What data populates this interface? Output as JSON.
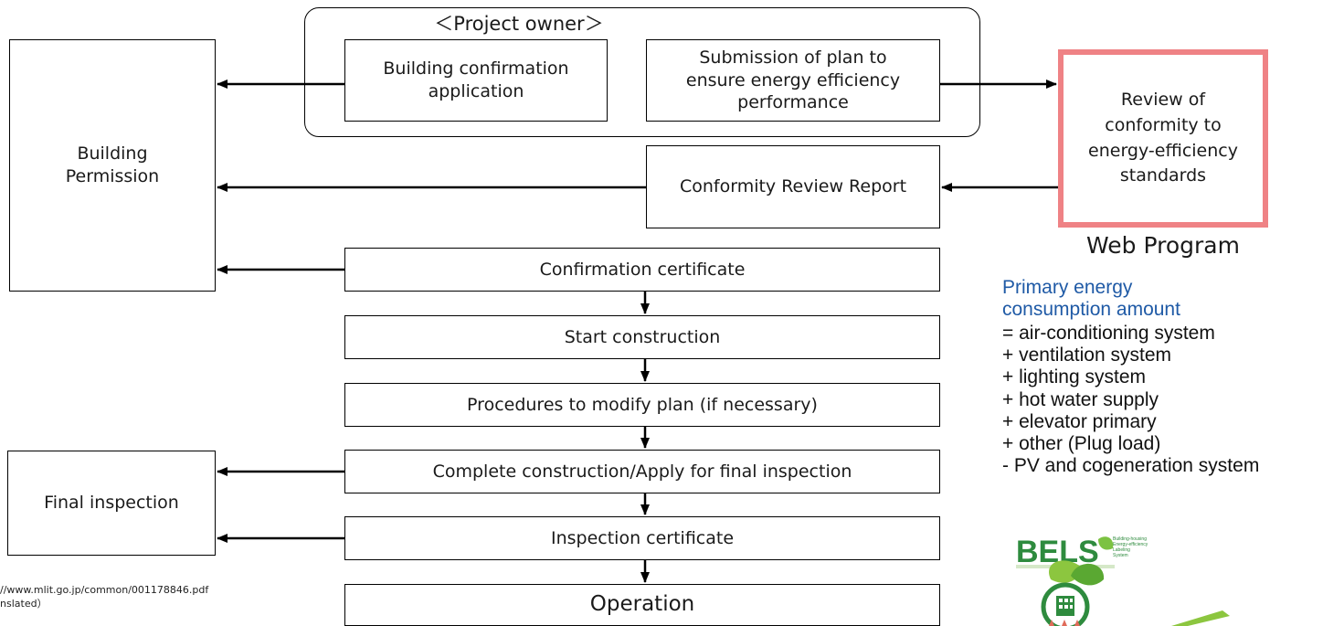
{
  "owner": {
    "title": "＜Project owner＞",
    "building_confirmation": "Building confirmation\napplication",
    "submission_plan": "Submission of plan to\nensure energy efficiency\nperformance"
  },
  "building_permission": "Building\nPermission",
  "review": {
    "text": "Review of\nconformity to\nenergy-efficiency\nstandards",
    "web_program": "Web Program"
  },
  "conformity_report": "Conformity Review Report",
  "flow_steps": [
    "Confirmation certificate",
    "Start construction",
    "Procedures to modify plan (if necessary)",
    "Complete construction/Apply for final inspection",
    "Inspection certificate",
    "Operation"
  ],
  "final_inspection": "Final inspection",
  "primary_energy": {
    "title": "Primary energy\nconsumption amount",
    "terms": [
      "= air-conditioning system",
      "+ ventilation system",
      "+ lighting system",
      "+ hot water supply",
      "+ elevator primary",
      "+ other (Plug load)",
      "- PV and cogeneration system"
    ]
  },
  "source": {
    "line1": "//www.mlit.go.jp/common/001178846.pdf",
    "line2": "nslated）"
  },
  "logo": {
    "name": "BELS",
    "subtitle": "Building-housing\nEnergy-efficiency\nLabeling\nSystem",
    "brand_color": "#2e8b3e",
    "leaf_color": "#7cc242"
  }
}
